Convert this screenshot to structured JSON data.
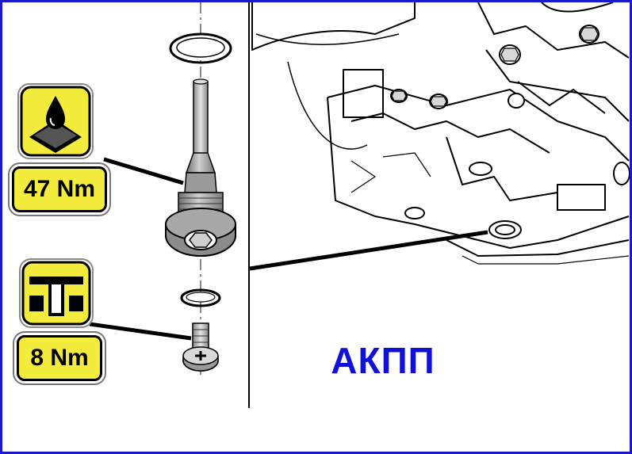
{
  "diagram": {
    "torque_labels": [
      "47 Nm",
      "8 Nm"
    ],
    "caption": "АКПП"
  },
  "icons": {
    "fluid": "oil-fluid-icon",
    "seal": "seal-gasket-icon"
  },
  "colors": {
    "frame": "#1a1acc",
    "badge_fill": "#f4ec3c",
    "caption": "#1010d8"
  }
}
